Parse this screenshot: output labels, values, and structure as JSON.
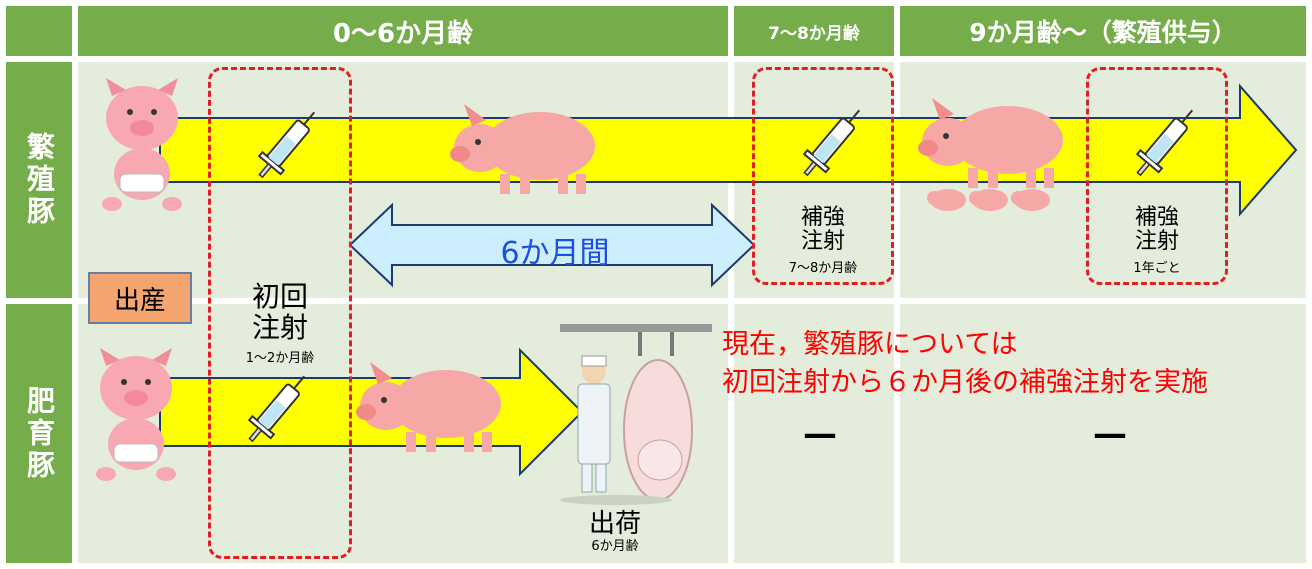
{
  "header": {
    "col1": "0〜6か月齢",
    "col2": "7〜8か月齢",
    "col3": "9か月齢〜（繁殖供与）"
  },
  "rows": {
    "breeding": "繁殖豚",
    "fattening": "肥育豚"
  },
  "birth_label": "出産",
  "first_injection": {
    "title": "初回\n注射",
    "age": "1〜2か月齢"
  },
  "interval_label": "6か月間",
  "booster1": {
    "title": "補強\n注射",
    "age": "7〜8か月齢"
  },
  "booster2": {
    "title": "補強\n注射",
    "age": "1年ごと"
  },
  "shipment": {
    "title": "出荷",
    "age": "6か月齢"
  },
  "note": {
    "line1": "現在，繁殖豚については",
    "line2": "初回注射から６か月後の補強注射を実施"
  },
  "dash1": "—",
  "dash2": "—",
  "colors": {
    "header_green": "#76ad4b",
    "background": "#e4ecdb",
    "arrow_yellow": "#ffff00",
    "dashed_red": "#e02020",
    "note_red": "#ff0000",
    "interval_blue": "#1a4fe0",
    "birth_box": "#f4a46e"
  }
}
